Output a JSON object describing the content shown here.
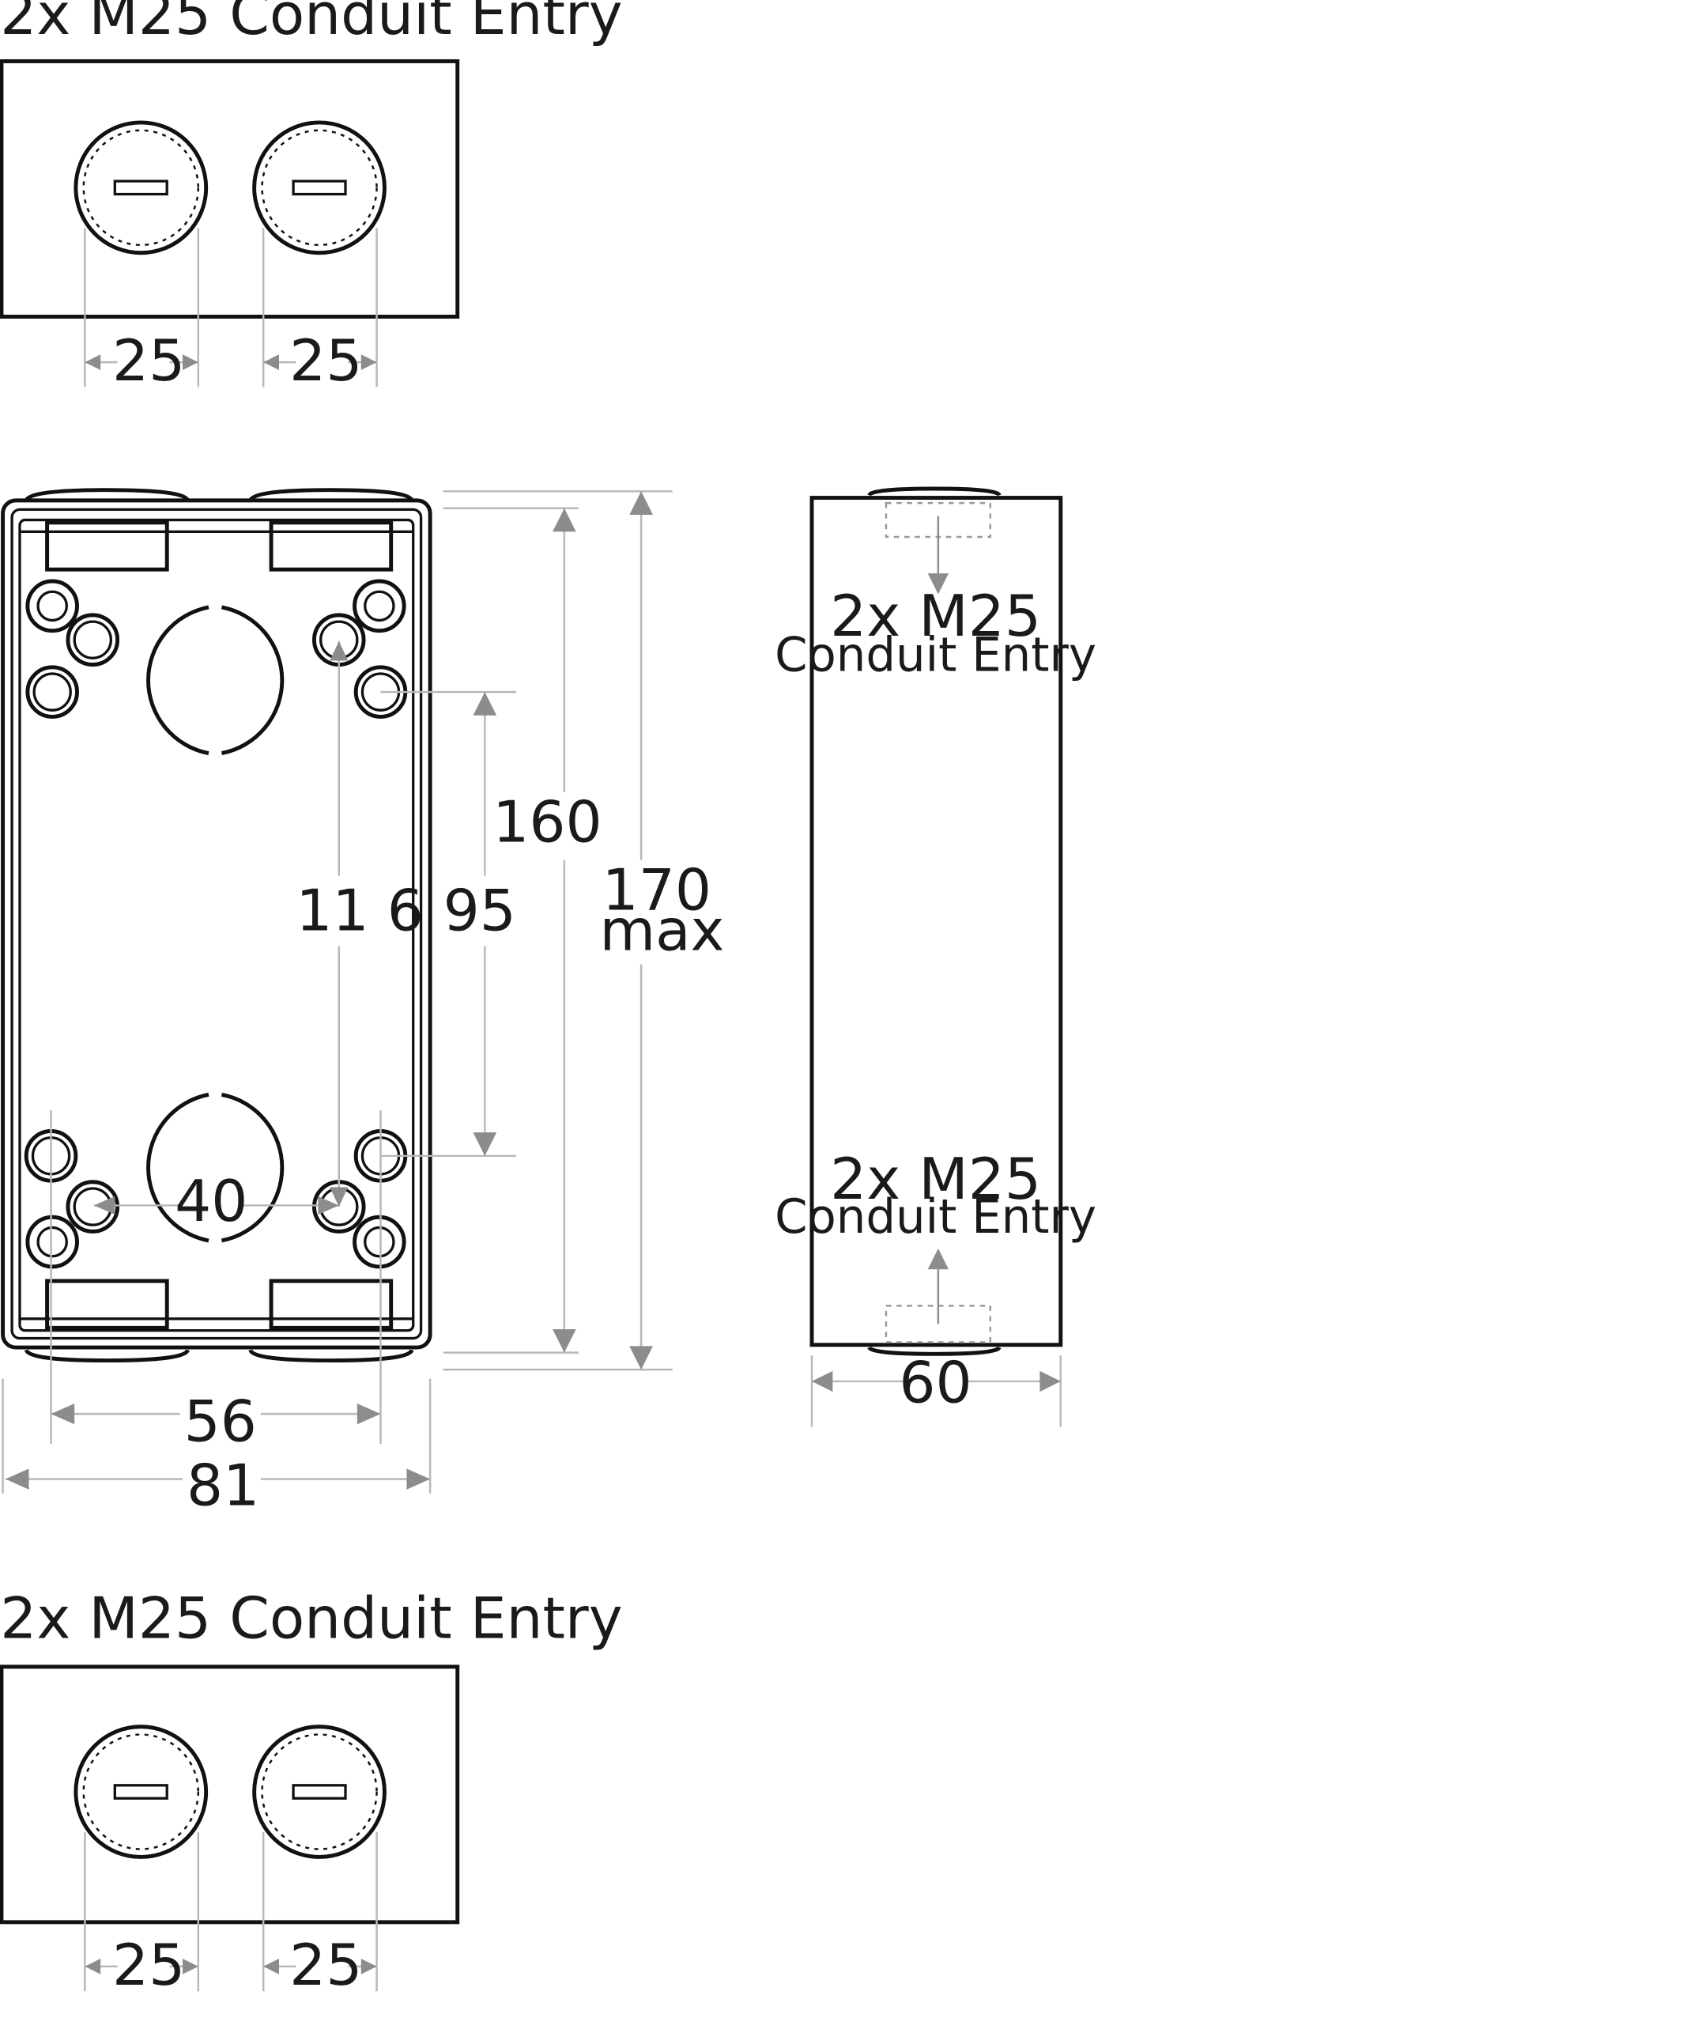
{
  "top_panel": {
    "title": "2x M25 Conduit Entry",
    "dim_left": "25",
    "dim_right": "25"
  },
  "bottom_panel": {
    "title": "2x M25 Conduit Entry",
    "dim_left": "25",
    "dim_right": "25"
  },
  "front_view": {
    "dim_center_spacing": "40",
    "dim_fixing_height": "11 6",
    "dim_inner_height_a": "95",
    "dim_height": "160",
    "dim_height_max_value": "170",
    "dim_height_max_suffix": "max",
    "dim_fixing_width": "56",
    "dim_width": "81"
  },
  "side_view": {
    "top_label_line1": "2x M25",
    "top_label_line2": "Conduit Entry",
    "bottom_label_line1": "2x M25",
    "bottom_label_line2": "Conduit Entry",
    "dim_depth": "60"
  },
  "colors": {
    "outline": "#111111",
    "dimension_line": "#b8b8b8",
    "arrow": "#8c8c8c",
    "background": "#ffffff"
  }
}
